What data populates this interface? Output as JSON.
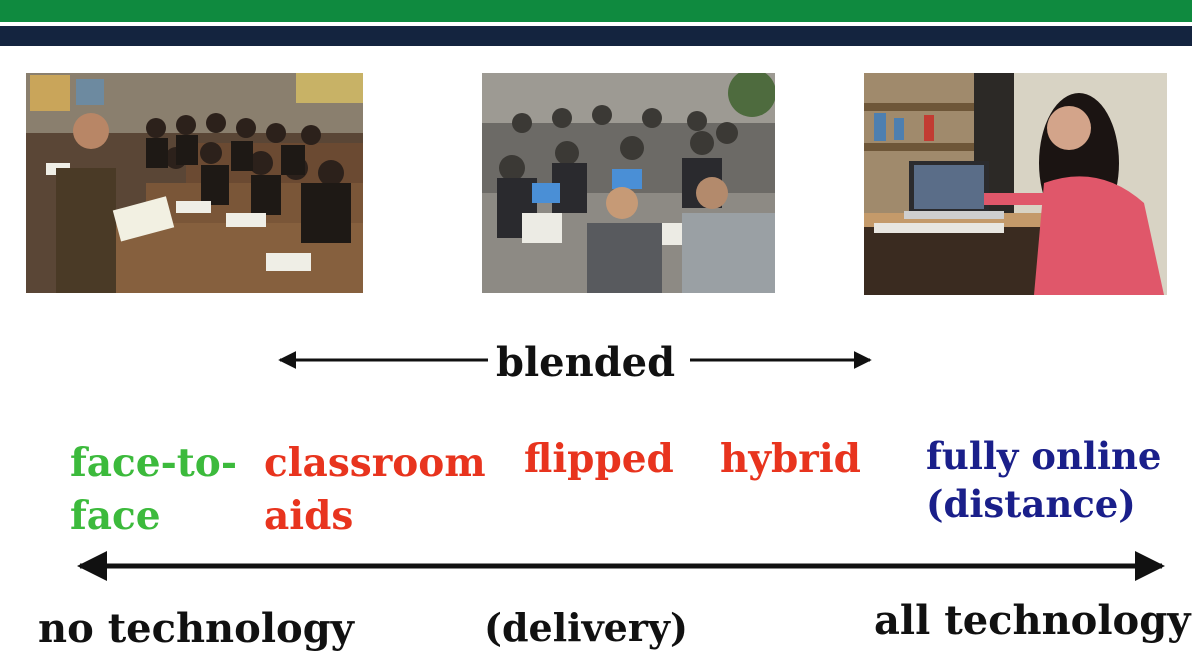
{
  "diagram": {
    "header_colors": {
      "top_stripe": "#0f8a3f",
      "bottom_stripe": "#14243f"
    },
    "photos": [
      {
        "name": "face-to-face-classroom-photo",
        "depicts": "instructor reading to students in a traditional classroom"
      },
      {
        "name": "blended-group-work-photo",
        "depicts": "students working on laptops around tables"
      },
      {
        "name": "online-learner-photo",
        "depicts": "woman studying on a laptop at a home desk"
      }
    ],
    "blended_label": "blended",
    "categories": {
      "face_to_face": {
        "line1": "face-to-",
        "line2": "face",
        "color": "#3cba3c"
      },
      "classroom_aids": {
        "line1": "classroom",
        "line2": "aids",
        "color": "#e8341e"
      },
      "flipped": {
        "label": "flipped",
        "color": "#e8341e"
      },
      "hybrid": {
        "label": "hybrid",
        "color": "#e8341e"
      },
      "fully_online": {
        "line1": "fully online",
        "line2": "(distance)",
        "color": "#1a1f8a"
      }
    },
    "scale": {
      "left_label": "no technology",
      "middle_label": "(delivery)",
      "right_label": "all technology"
    }
  }
}
